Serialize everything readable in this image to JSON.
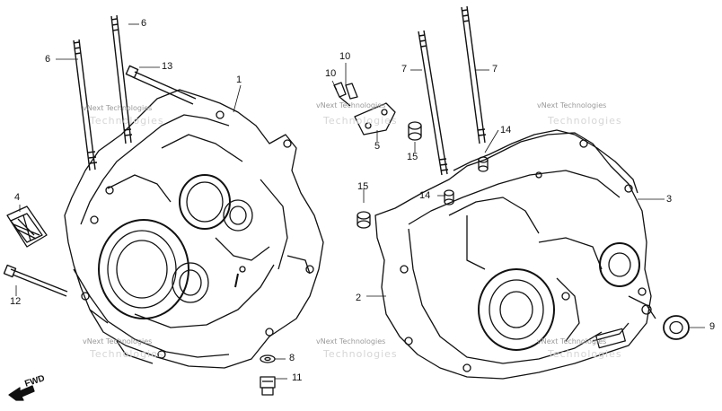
{
  "callouts": {
    "c1": "1",
    "c2": "2",
    "c3": "3",
    "c4": "4",
    "c5": "5",
    "c6a": "6",
    "c6b": "6",
    "c7a": "7",
    "c7b": "7",
    "c8": "8",
    "c9": "9",
    "c10a": "10",
    "c10b": "10",
    "c11": "11",
    "c12": "12",
    "c13": "13",
    "c14a": "14",
    "c14b": "14",
    "c15a": "15",
    "c15b": "15"
  },
  "watermark": {
    "text": "vNext Technologies",
    "text2": "Technologies"
  },
  "fwd_label": "FWD"
}
